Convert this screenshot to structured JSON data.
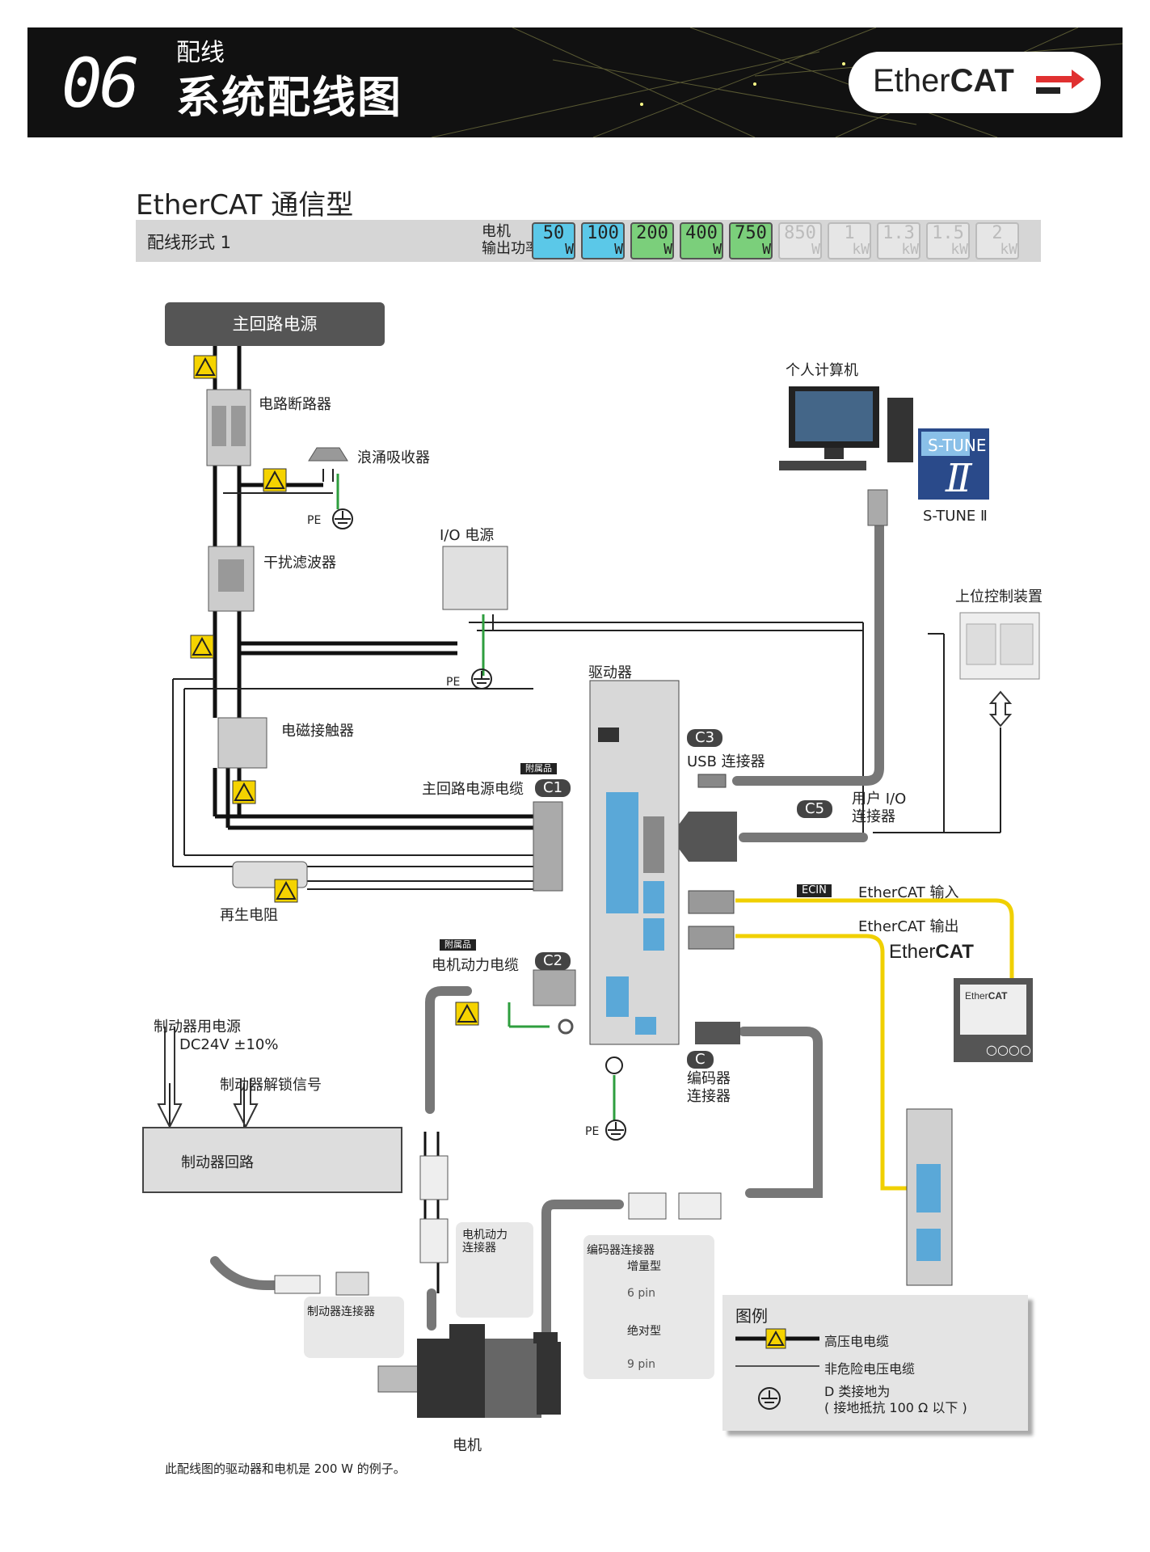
{
  "header": {
    "chapter_number": "06",
    "chapter_subtitle": "配线",
    "chapter_title": "系统配线图",
    "logo_plain": "Ether",
    "logo_bold": "CAT"
  },
  "section": {
    "title": "EtherCAT 通信型",
    "wiring_label": "配线形式 1",
    "motor_output_line1": "电机",
    "motor_output_line2": "输出功率",
    "power_ratings": [
      {
        "value": "50",
        "unit": "W",
        "active": true,
        "color": "#5bc8e8"
      },
      {
        "value": "100",
        "unit": "W",
        "active": true,
        "color": "#5bc8e8"
      },
      {
        "value": "200",
        "unit": "W",
        "active": true,
        "color": "#7bcf7b"
      },
      {
        "value": "400",
        "unit": "W",
        "active": true,
        "color": "#7bcf7b"
      },
      {
        "value": "750",
        "unit": "W",
        "active": true,
        "color": "#7bcf7b"
      },
      {
        "value": "850",
        "unit": "W",
        "active": false,
        "color": "#e6e6e6"
      },
      {
        "value": "1",
        "unit": "kW",
        "active": false,
        "color": "#e6e6e6"
      },
      {
        "value": "1.3",
        "unit": "kW",
        "active": false,
        "color": "#e6e6e6"
      },
      {
        "value": "1.5",
        "unit": "kW",
        "active": false,
        "color": "#e6e6e6"
      },
      {
        "value": "2",
        "unit": "kW",
        "active": false,
        "color": "#e6e6e6"
      }
    ]
  },
  "diagram": {
    "main_power": "主回路电源",
    "breaker": "电路断路器",
    "surge_absorber": "浪涌吸收器",
    "pe": "PE",
    "noise_filter": "干扰滤波器",
    "io_power": "I/O 电源",
    "contactor": "电磁接触器",
    "driver": "驱动器",
    "accessory": "附属品",
    "main_cable": "主回路电源电缆",
    "c1": "C1",
    "regen": "再生电阻",
    "pc": "个人计算机",
    "stune": "S-TUNE Ⅱ",
    "stune_box_1": "S-TUNE",
    "stune_box_2": "Ⅱ",
    "host": "上位控制装置",
    "c3": "C3",
    "usb": "USB 连接器",
    "c5": "C5",
    "user_io_1": "用户 I/O",
    "user_io_2": "连接器",
    "ecin": "ECIN",
    "ecat_in": "EtherCAT 输入",
    "ecat_out": "EtherCAT 输出",
    "ecat_logo_plain": "Ether",
    "ecat_logo_bold": "CAT",
    "hmi_logo_plain": "Ether",
    "hmi_logo_bold": "CAT",
    "hmi_buttons": "○○○○",
    "motor_cable": "电机动力电缆",
    "c2": "C2",
    "c_enc": "C",
    "enc_conn_1": "编码器",
    "enc_conn_2": "连接器",
    "brake_power_1": "制动器用电源",
    "brake_power_2": "DC24V ±10%",
    "brake_release": "制动器解锁信号",
    "brake_circuit": "制动器回路",
    "motor_power_conn_1": "电机动力",
    "motor_power_conn_2": "连接器",
    "brake_conn": "制动器连接器",
    "enc_box_title": "编码器连接器",
    "incremental": "增量型",
    "pin6": "6 pin",
    "absolute": "绝对型",
    "pin9": "9 pin",
    "motor": "电机",
    "footnote": "此配线图的驱动器和电机是 200 W 的例子。"
  },
  "legend": {
    "title": "图例",
    "high_voltage": "高压电电缆",
    "low_voltage": "非危险电压电缆",
    "ground_1": "D 类接地为",
    "ground_2": "( 接地抵抗 100 Ω 以下 )"
  },
  "colors": {
    "ethercat_cable": "#f0d000",
    "ground_wire": "#2e9e3e",
    "warning": "#f5d300"
  }
}
